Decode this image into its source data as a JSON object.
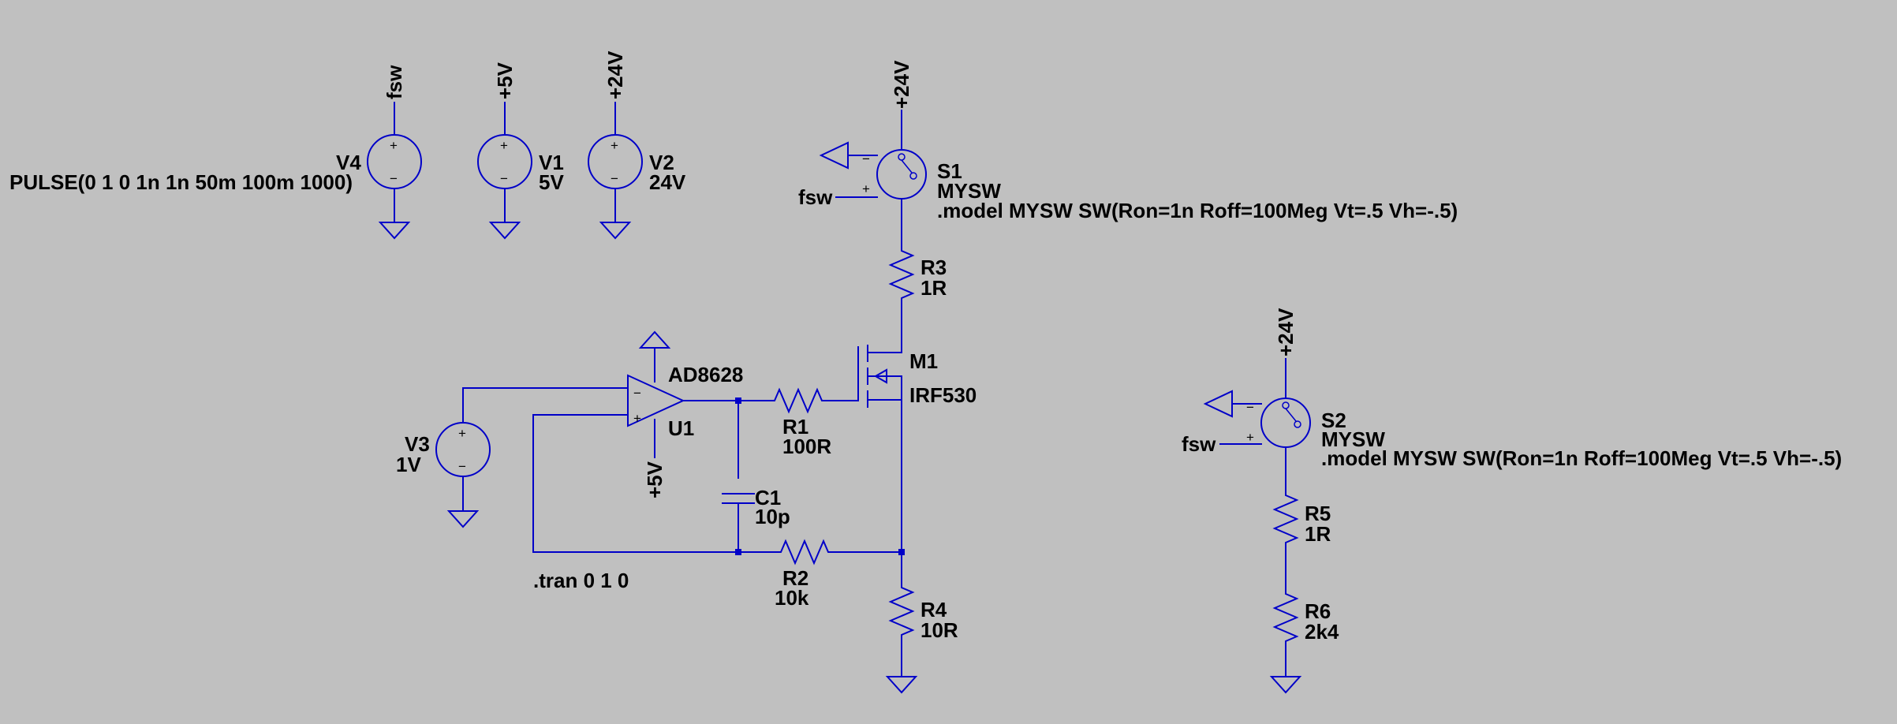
{
  "sources": {
    "v4": {
      "ref": "V4",
      "value": "PULSE(0 1 0 1n 1n 50m 100m 1000)",
      "net": "fsw"
    },
    "v1": {
      "ref": "V1",
      "value": "5V",
      "net": "+5V"
    },
    "v2": {
      "ref": "V2",
      "value": "24V",
      "net": "+24V"
    },
    "v3": {
      "ref": "V3",
      "value": "1V"
    }
  },
  "switches": {
    "s1": {
      "ref": "S1",
      "model": "MYSW",
      "directive": ".model MYSW SW(Ron=1n Roff=100Meg Vt=.5 Vh=-.5)",
      "supply": "+24V",
      "ctrl": "fsw"
    },
    "s2": {
      "ref": "S2",
      "model": "MYSW",
      "directive": ".model MYSW SW(Ron=1n Roff=100Meg Vt=.5 Vh=-.5)",
      "supply": "+24V",
      "ctrl": "fsw"
    }
  },
  "resistors": {
    "r1": {
      "ref": "R1",
      "value": "100R"
    },
    "r2": {
      "ref": "R2",
      "value": "10k"
    },
    "r3": {
      "ref": "R3",
      "value": "1R"
    },
    "r4": {
      "ref": "R4",
      "value": "10R"
    },
    "r5": {
      "ref": "R5",
      "value": "1R"
    },
    "r6": {
      "ref": "R6",
      "value": "2k4"
    }
  },
  "capacitor": {
    "ref": "C1",
    "value": "10p"
  },
  "mosfet": {
    "ref": "M1",
    "part": "IRF530"
  },
  "opamp": {
    "ref": "U1",
    "part": "AD8628",
    "supply": "+5V"
  },
  "directive": {
    "tran": ".tran 0 1 0"
  },
  "pin_marks": {
    "plus": "+",
    "minus": "−"
  }
}
